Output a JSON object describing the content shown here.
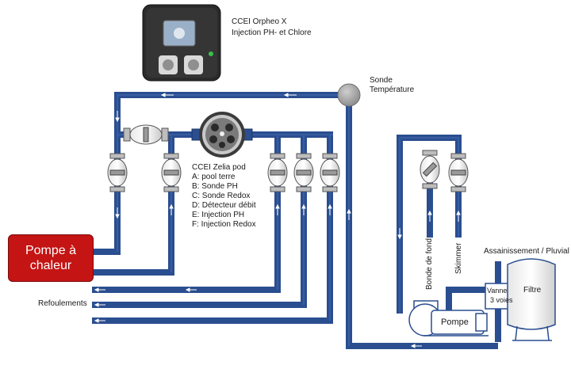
{
  "controller": {
    "name": "CCEI Orpheo X",
    "description": "Injection PH- et Chlore"
  },
  "temperature_probe": {
    "line1": "Sonde",
    "line2": "Température"
  },
  "zelia_pod": {
    "title": "CCEI Zelia pod",
    "items": [
      "A: pool terre",
      "B: Sonde PH",
      "C: Sonde Redox",
      "D: Détecteur débit",
      "E: Injection PH",
      "F: Injection Redox"
    ]
  },
  "heat_pump": {
    "line1": "Pompe à",
    "line2": "chaleur"
  },
  "refoulements": "Refoulements",
  "bonde_de_fond": "Bonde de fond",
  "skimmer": "Skimmer",
  "assainissement": "Assainissement / Pluvial",
  "filtre": "Filtre",
  "vanne": {
    "line1": "Vanne",
    "line2": "3 voies"
  },
  "pompe": "Pompe",
  "colors": {
    "pipe": "#2a4e8f",
    "pipe_outline": "#1b3566",
    "heat_pump": "#c41414",
    "arrow": "#ffffff"
  }
}
